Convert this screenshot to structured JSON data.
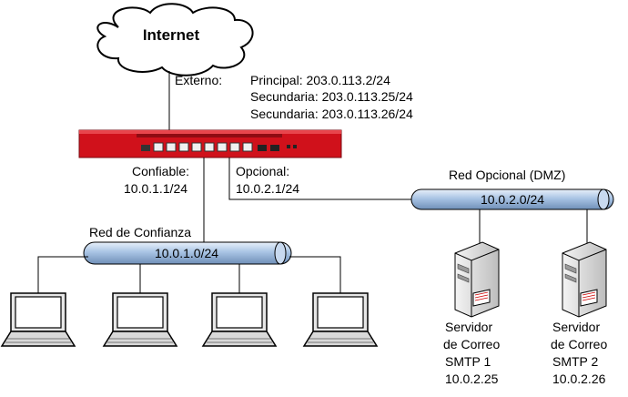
{
  "internet": {
    "label": "Internet"
  },
  "external": {
    "label": "Externo:",
    "addresses": [
      "Principal: 203.0.113.2/24",
      "Secundaria: 203.0.113.25/24",
      "Secundaria: 203.0.113.26/24"
    ]
  },
  "trusted": {
    "label": "Confiable:",
    "ip": "10.0.1.1/24"
  },
  "optional": {
    "label": "Opcional:",
    "ip": "10.0.2.1/24"
  },
  "trusted_network": {
    "title": "Red de Confianza",
    "subnet": "10.0.1.0/24"
  },
  "optional_network": {
    "title": "Red Opcional (DMZ)",
    "subnet": "10.0.2.0/24"
  },
  "servers": [
    {
      "lines": [
        "Servidor",
        "de Correo",
        "SMTP 1",
        "10.0.2.25"
      ]
    },
    {
      "lines": [
        "Servidor",
        "de Correo",
        "SMTP 2",
        "10.0.2.26"
      ]
    }
  ],
  "colors": {
    "firewall": "#d0111b",
    "network_bar": "#a9c4e4",
    "server": "#d9d9d9"
  }
}
